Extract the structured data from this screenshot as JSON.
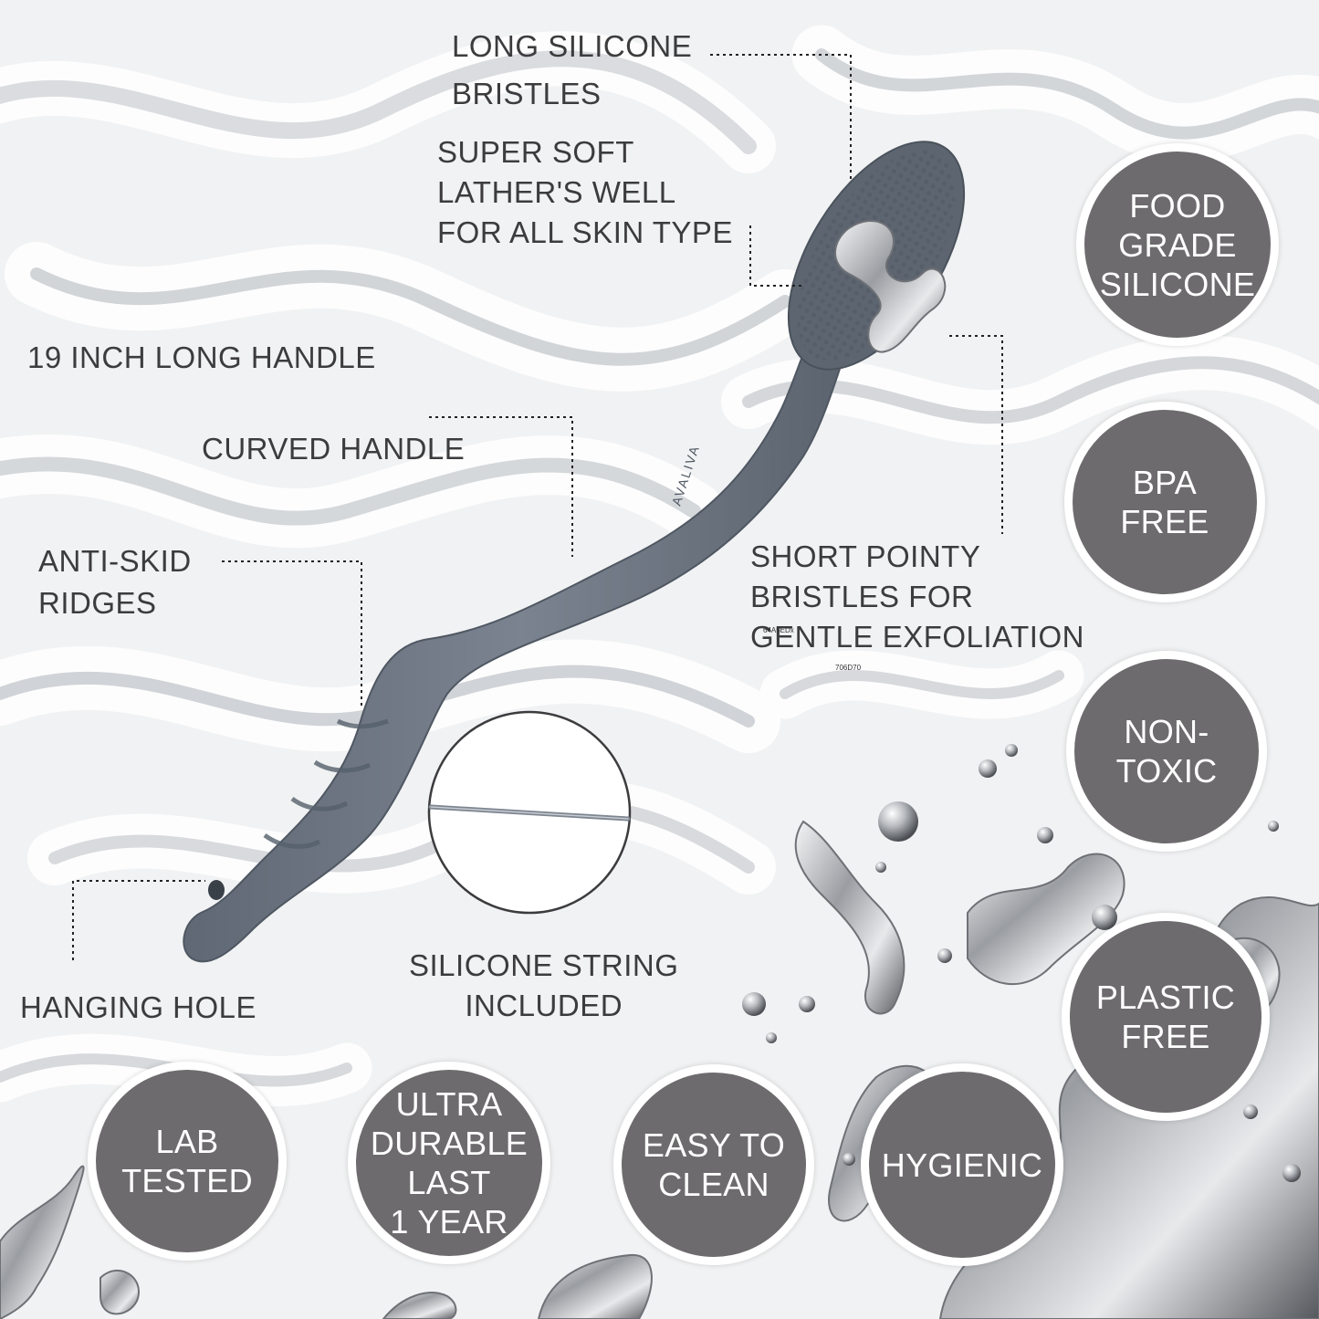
{
  "labels": {
    "long_bristles": [
      "LONG SILICONE",
      "BRISTLES"
    ],
    "super_soft": [
      "SUPER SOFT",
      "LATHER'S WELL",
      "FOR ALL SKIN TYPE"
    ],
    "long_handle": [
      "19 INCH LONG HANDLE"
    ],
    "curved_handle": [
      "CURVED HANDLE"
    ],
    "anti_skid": [
      "ANTI-SKID",
      "RIDGES"
    ],
    "short_bristles": [
      "SHORT POINTY",
      "BRISTLES FOR",
      "GENTLE EXFOLIATION"
    ],
    "hanging_hole": [
      "HANGING HOLE"
    ],
    "silicone_string": [
      "SILICONE STRING",
      "INCLUDED"
    ]
  },
  "badges": {
    "food_grade": [
      "FOOD",
      "GRADE",
      "SILICONE"
    ],
    "bpa_free": [
      "BPA",
      "FREE"
    ],
    "non_toxic": [
      "NON-",
      "TOXIC"
    ],
    "plastic_free": [
      "PLASTIC",
      "FREE"
    ],
    "lab_tested": [
      "LAB",
      "TESTED"
    ],
    "ultra_durable": [
      "ULTRA",
      "DURABLE",
      "LAST",
      "1 YEAR"
    ],
    "easy_clean": [
      "EASY TO",
      "CLEAN"
    ],
    "hygienic": [
      "HYGIENIC"
    ]
  },
  "tiny_codes": [
    "64A5EDx",
    "706D70"
  ],
  "product": {
    "handle_text": "AVALIVA"
  },
  "colors": {
    "brush": "#6b7480",
    "badge": "#6d6b6d",
    "text": "#3c3c3e"
  }
}
